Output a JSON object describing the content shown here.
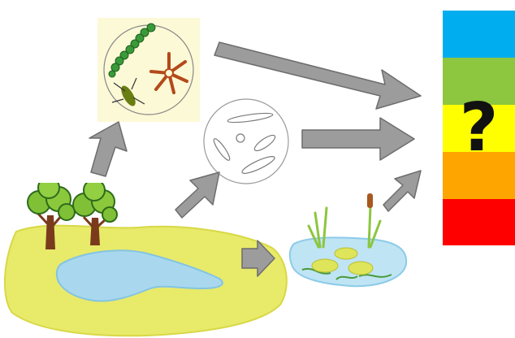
{
  "scale": {
    "question_mark": "?",
    "bands": [
      {
        "level": 1,
        "color": "#00aeef"
      },
      {
        "level": 2,
        "color": "#8dc63f"
      },
      {
        "level": 3,
        "color": "#ffff00"
      },
      {
        "level": 4,
        "color": "#ffa500"
      },
      {
        "level": 5,
        "color": "#ff0000"
      }
    ]
  },
  "colors": {
    "arrow_fill": "#9c9c9c",
    "arrow_stroke": "#6d6d6d",
    "meadow": "#e8ea6a",
    "water": "#a9d8ee",
    "wetland_water": "#bfe4f4",
    "lily_pad": "#dfe55a",
    "plankton_bg": "#fcf9d6"
  },
  "icons": [
    "tree-icon",
    "pond-icon",
    "algae-plankton-icon",
    "diatom-plankton-icon",
    "wetland-plants-icon",
    "arrow-icon"
  ]
}
